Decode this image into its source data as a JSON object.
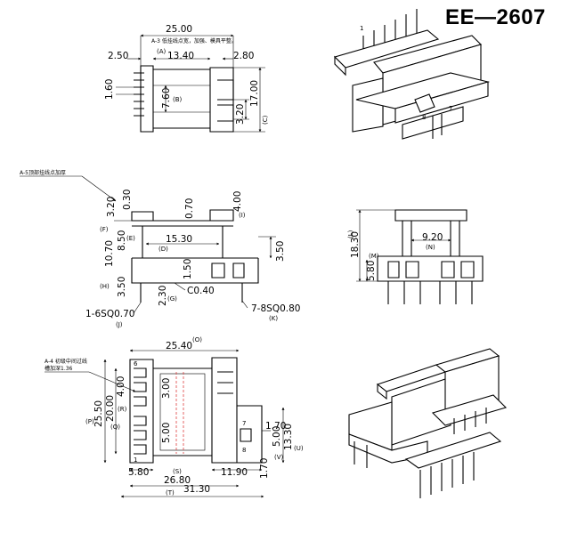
{
  "title": "EE—2607",
  "top_view": {
    "dims": {
      "width": "25.00",
      "left": "2.50",
      "mid": "13.40",
      "right": "2.80",
      "pitch": "1.60",
      "slot": "7.60",
      "pin_h": "3.20",
      "height": "17.00"
    },
    "tags": {
      "a": "(A)",
      "b": "(B)",
      "c": "(C)"
    },
    "note": "A-3 低挂线点宽，加强、模具平整。"
  },
  "side_view": {
    "note": "A-5顶部挂线点加厚",
    "dims": {
      "d320": "3.20",
      "d030": "0.30",
      "d070": "0.70",
      "d400": "4.00",
      "d850": "8.50",
      "d1070": "10.70",
      "d1530": "15.30",
      "d350a": "3.50",
      "d350b": "3.50",
      "d150": "1.50",
      "d230": "2.30",
      "c040": "C0.40",
      "sq1": "1-6SQ0.70",
      "sq2": "7-8SQ0.80"
    },
    "tags": {
      "i": "(I)",
      "f": "(F)",
      "e": "(E)",
      "d": "(D)",
      "h": "(H)",
      "g": "(G)",
      "j": "(J)",
      "k": "(K)"
    }
  },
  "front_view": {
    "dims": {
      "h1830": "18.30",
      "h580": "5.80",
      "w920": "9.20"
    },
    "tags": {
      "l": "(L)",
      "m": "(M)",
      "n": "(N)"
    }
  },
  "bottom_view": {
    "note1": "A-4 初级中间过线",
    "note2": "槽加深1.36",
    "dims": {
      "w2540": "25.40",
      "h2550": "25.50",
      "h2000": "20.00",
      "h400": "4.00",
      "s300": "3.00",
      "s500": "5.00",
      "d170a": "1.70",
      "d500": "5.00",
      "d1330": "13.30",
      "d170b": "1.70",
      "w580": "5.80",
      "w2680": "26.80",
      "w1190": "11.90",
      "w3130": "31.30"
    },
    "tags": {
      "o": "(O)",
      "p": "(P)",
      "q": "(Q)",
      "r": "(R)",
      "s": "(S)",
      "t": "(T)",
      "u": "(U)",
      "v": "(V)"
    },
    "pins": {
      "p1": "1",
      "p6": "6",
      "p7": "7",
      "p8": "8"
    }
  },
  "iso_top": {
    "pins": {
      "p1": "1",
      "p8": "8",
      "p7": "7"
    }
  }
}
